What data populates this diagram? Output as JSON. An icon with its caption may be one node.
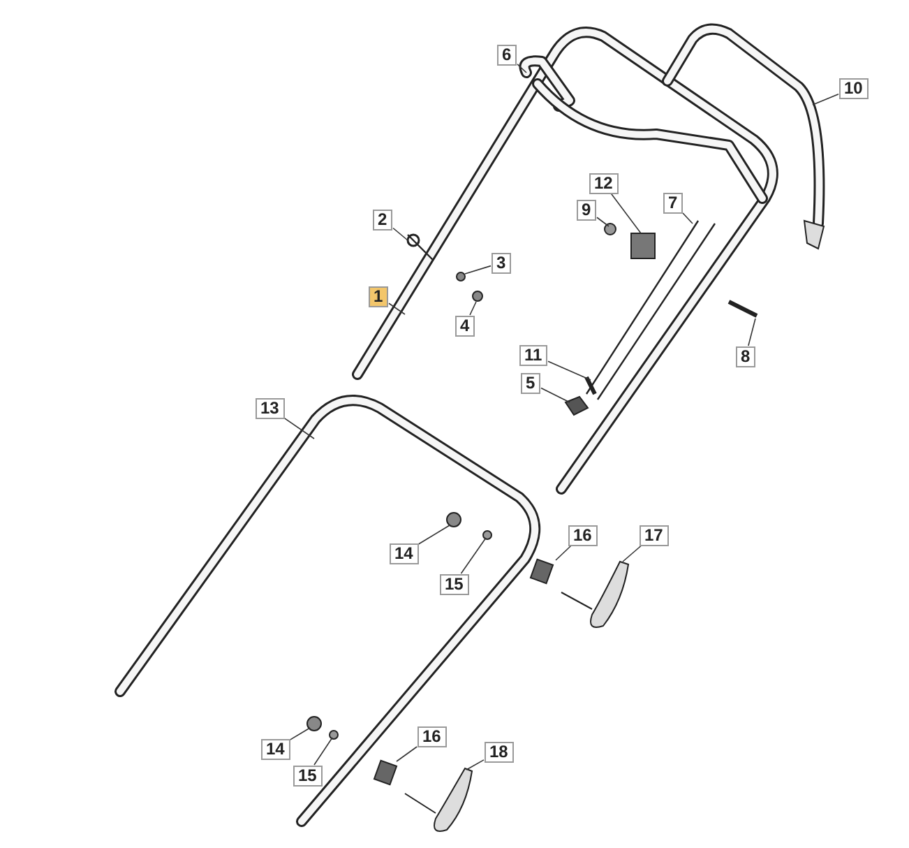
{
  "diagram": {
    "nodes": [
      {
        "text": [
          "6"
        ]
      },
      {
        "text": [
          "10"
        ]
      },
      {
        "text": [
          "12"
        ]
      },
      {
        "text": [
          "7"
        ]
      },
      {
        "text": [
          "9"
        ]
      },
      {
        "text": [
          "2"
        ]
      },
      {
        "text": [
          "3"
        ]
      },
      {
        "text": [
          "1"
        ]
      },
      {
        "text": [
          "4"
        ]
      },
      {
        "text": [
          "11"
        ]
      },
      {
        "text": [
          "8"
        ]
      },
      {
        "text": [
          "5"
        ]
      },
      {
        "text": [
          "13"
        ]
      },
      {
        "text": [
          "16"
        ]
      },
      {
        "text": [
          "17"
        ]
      },
      {
        "text": [
          "14"
        ]
      },
      {
        "text": [
          "15"
        ]
      },
      {
        "text": [
          "16"
        ]
      },
      {
        "text": [
          "14"
        ]
      },
      {
        "text": [
          "18"
        ]
      },
      {
        "text": [
          "15"
        ]
      }
    ],
    "edges": [
      {
        "from": 0,
        "to": null,
        "arrow": "none"
      },
      {
        "from": 1,
        "to": null,
        "arrow": "none"
      },
      {
        "from": 2,
        "to": null,
        "arrow": "none"
      },
      {
        "from": 3,
        "to": null,
        "arrow": "none"
      },
      {
        "from": 4,
        "to": null,
        "arrow": "none"
      },
      {
        "from": 5,
        "to": null,
        "arrow": "none"
      },
      {
        "from": 6,
        "to": null,
        "arrow": "none"
      },
      {
        "from": 7,
        "to": null,
        "arrow": "none"
      },
      {
        "from": 8,
        "to": null,
        "arrow": "none"
      },
      {
        "from": 9,
        "to": null,
        "arrow": "none"
      },
      {
        "from": 10,
        "to": null,
        "arrow": "none"
      },
      {
        "from": 11,
        "to": null,
        "arrow": "none"
      },
      {
        "from": 12,
        "to": null,
        "arrow": "none"
      },
      {
        "from": 13,
        "to": null,
        "arrow": "none"
      },
      {
        "from": 14,
        "to": null,
        "arrow": "none"
      },
      {
        "from": 15,
        "to": null,
        "arrow": "none"
      },
      {
        "from": 16,
        "to": null,
        "arrow": "none"
      },
      {
        "from": 17,
        "to": null,
        "arrow": "none"
      },
      {
        "from": 18,
        "to": null,
        "arrow": "none"
      },
      {
        "from": 19,
        "to": null,
        "arrow": "none"
      },
      {
        "from": 20,
        "to": null,
        "arrow": "none"
      }
    ]
  }
}
